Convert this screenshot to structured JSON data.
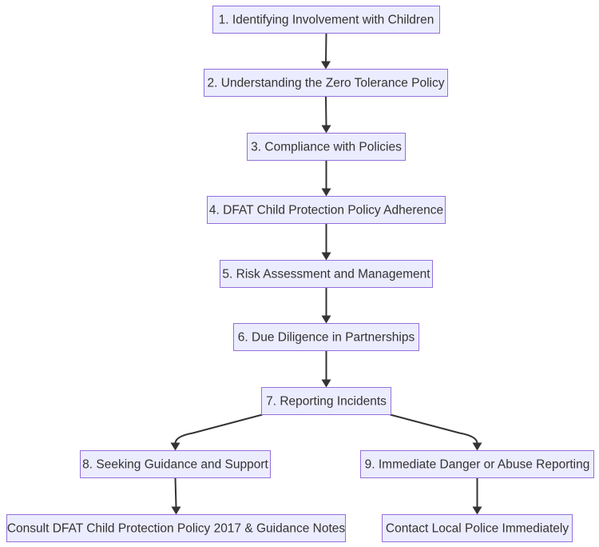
{
  "flowchart": {
    "nodes": [
      {
        "id": "n1",
        "label": "1. Identifying Involvement with Children"
      },
      {
        "id": "n2",
        "label": "2. Understanding the Zero Tolerance Policy"
      },
      {
        "id": "n3",
        "label": "3. Compliance with Policies"
      },
      {
        "id": "n4",
        "label": "4. DFAT Child Protection Policy Adherence"
      },
      {
        "id": "n5",
        "label": "5. Risk Assessment and Management"
      },
      {
        "id": "n6",
        "label": "6. Due Diligence in Partnerships"
      },
      {
        "id": "n7",
        "label": "7. Reporting Incidents"
      },
      {
        "id": "n8",
        "label": "8. Seeking Guidance and Support"
      },
      {
        "id": "n9",
        "label": "9. Immediate Danger or Abuse Reporting"
      },
      {
        "id": "n10",
        "label": "Consult DFAT Child Protection Policy 2017 & Guidance Notes"
      },
      {
        "id": "n11",
        "label": "Contact Local Police Immediately"
      }
    ],
    "edges": [
      {
        "from": "n1",
        "to": "n2"
      },
      {
        "from": "n2",
        "to": "n3"
      },
      {
        "from": "n3",
        "to": "n4"
      },
      {
        "from": "n4",
        "to": "n5"
      },
      {
        "from": "n5",
        "to": "n6"
      },
      {
        "from": "n6",
        "to": "n7"
      },
      {
        "from": "n7",
        "to": "n8"
      },
      {
        "from": "n7",
        "to": "n9"
      },
      {
        "from": "n8",
        "to": "n10"
      },
      {
        "from": "n9",
        "to": "n11"
      }
    ]
  }
}
